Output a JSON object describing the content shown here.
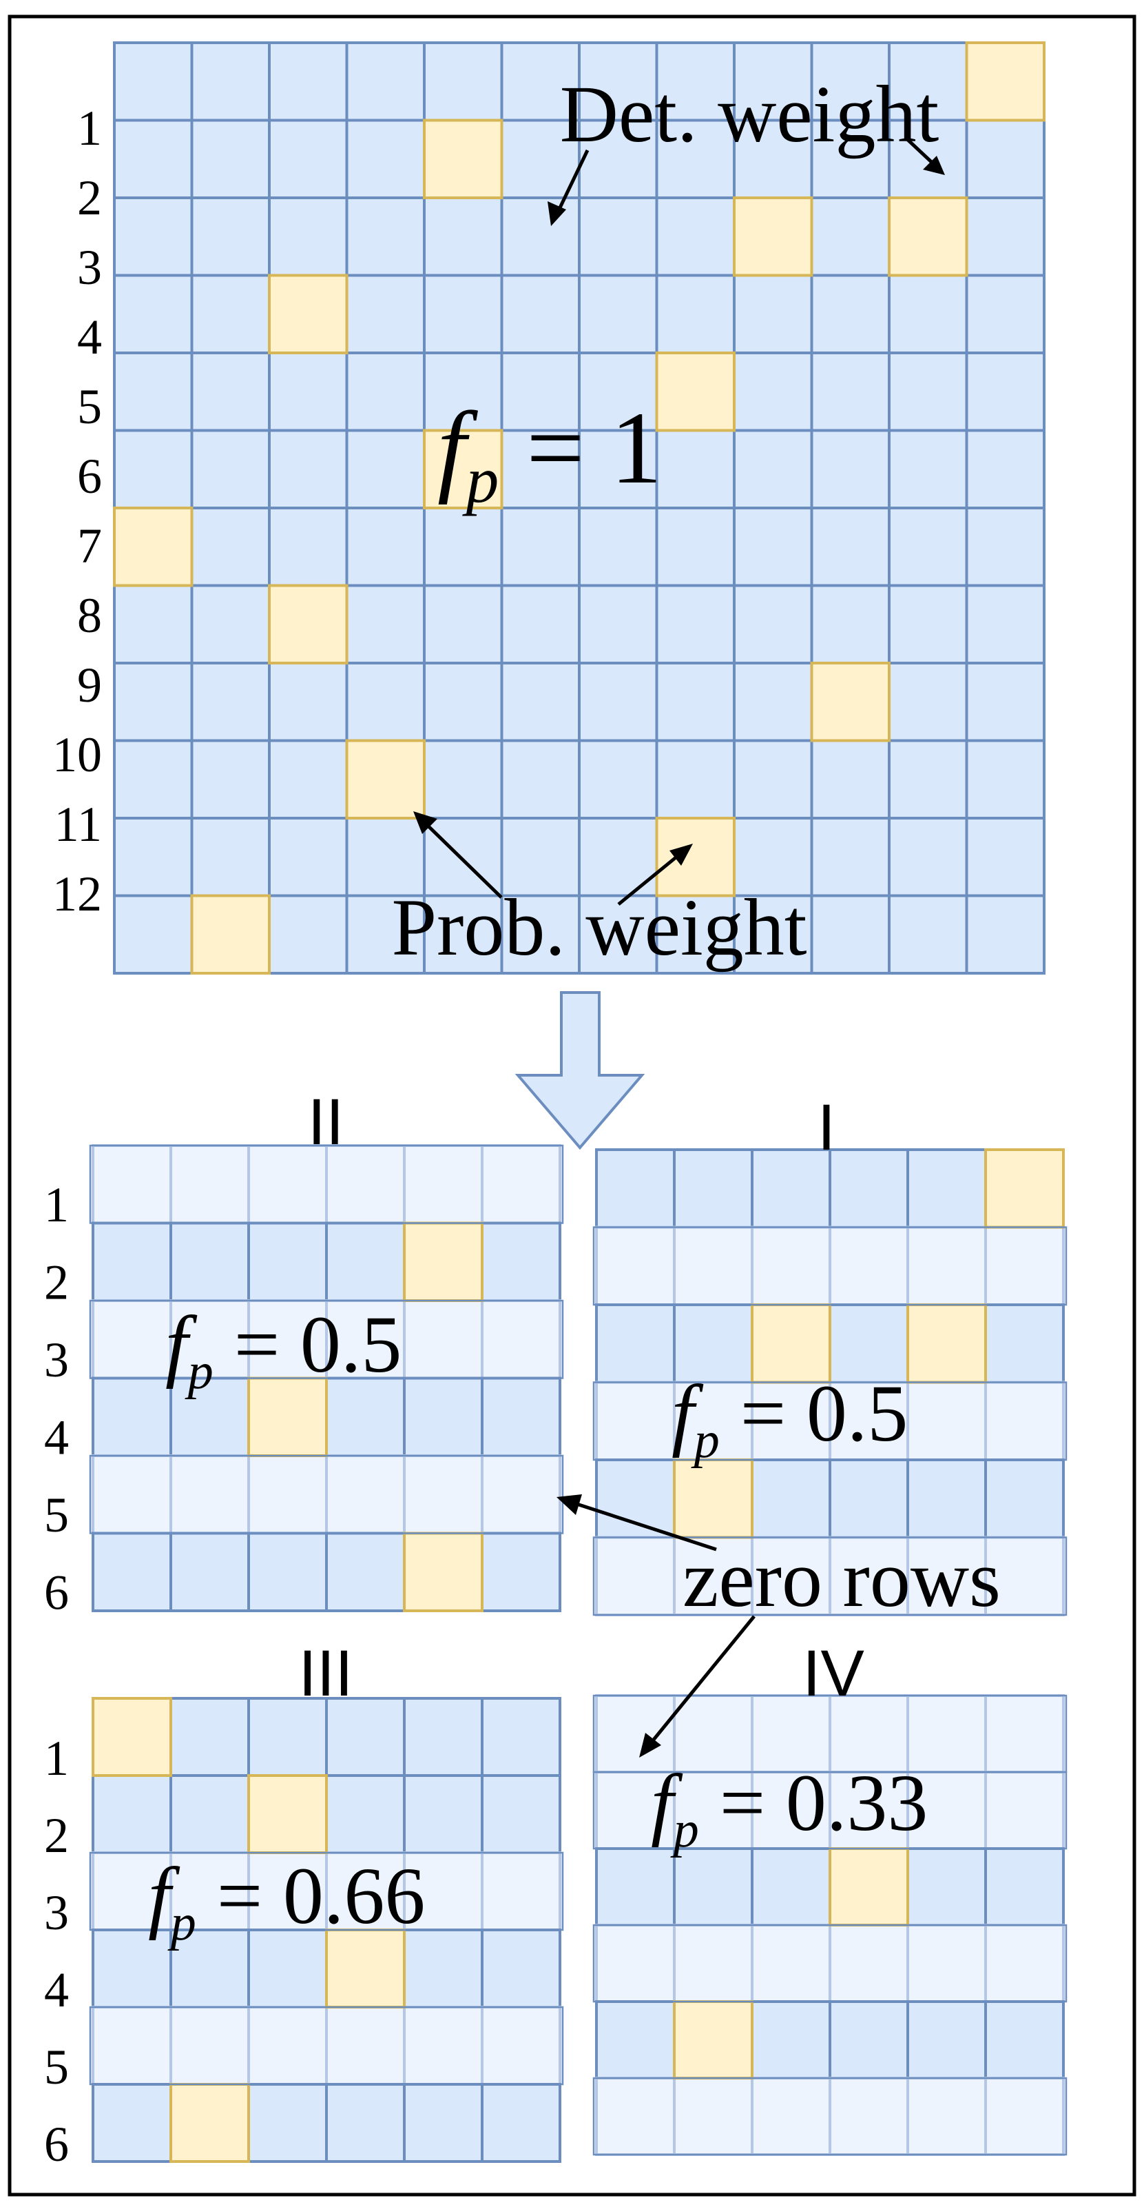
{
  "colors": {
    "cell_normal": "#dae8fc",
    "cell_zero": "#edf4fd",
    "cell_prob": "#fff2cc",
    "grid_line": "#6c8ebf",
    "grid_line_zero": "#b4c7e6",
    "prob_border": "#d6b656",
    "arrow_fill": "#dae8fc",
    "frame": "#000000"
  },
  "main_matrix": {
    "row_labels": [
      "1",
      "2",
      "3",
      "4",
      "5",
      "6",
      "7",
      "8",
      "9",
      "10",
      "11",
      "12"
    ],
    "formula": {
      "var": "f",
      "sub": "p",
      "rhs": "= 1"
    },
    "prob_cells": [
      [
        0,
        11
      ],
      [
        1,
        4
      ],
      [
        2,
        8
      ],
      [
        2,
        10
      ],
      [
        3,
        2
      ],
      [
        4,
        7
      ],
      [
        5,
        4
      ],
      [
        6,
        0
      ],
      [
        7,
        2
      ],
      [
        8,
        9
      ],
      [
        9,
        3
      ],
      [
        10,
        7
      ],
      [
        11,
        1
      ]
    ],
    "det_weight_label": "Det. weight",
    "prob_weight_label": "Prob. weight"
  },
  "submatrices": [
    {
      "roman": "II",
      "row_labels": [
        "1",
        "2",
        "3",
        "4",
        "5",
        "6"
      ],
      "zero_rows": [
        0,
        2,
        4
      ],
      "prob_cells": [
        [
          1,
          4
        ],
        [
          3,
          2
        ],
        [
          5,
          4
        ]
      ],
      "formula": {
        "var": "f",
        "sub": "p",
        "rhs": "= 0.5"
      }
    },
    {
      "roman": "I",
      "row_labels": [],
      "zero_rows": [
        1,
        3,
        5
      ],
      "prob_cells": [
        [
          0,
          5
        ],
        [
          2,
          2
        ],
        [
          2,
          4
        ],
        [
          4,
          1
        ]
      ],
      "formula": {
        "var": "f",
        "sub": "p",
        "rhs": "= 0.5"
      }
    },
    {
      "roman": "III",
      "row_labels": [
        "1",
        "2",
        "3",
        "4",
        "5",
        "6"
      ],
      "zero_rows": [
        2,
        4
      ],
      "prob_cells": [
        [
          0,
          0
        ],
        [
          1,
          2
        ],
        [
          3,
          3
        ],
        [
          5,
          1
        ]
      ],
      "formula": {
        "var": "f",
        "sub": "p",
        "rhs": "= 0.66"
      }
    },
    {
      "roman": "IV",
      "row_labels": [],
      "zero_rows": [
        0,
        1,
        3,
        5
      ],
      "prob_cells": [
        [
          2,
          3
        ],
        [
          4,
          1
        ]
      ],
      "formula": {
        "var": "f",
        "sub": "p",
        "rhs": "= 0.33"
      }
    }
  ],
  "zero_rows_label": "zero rows"
}
